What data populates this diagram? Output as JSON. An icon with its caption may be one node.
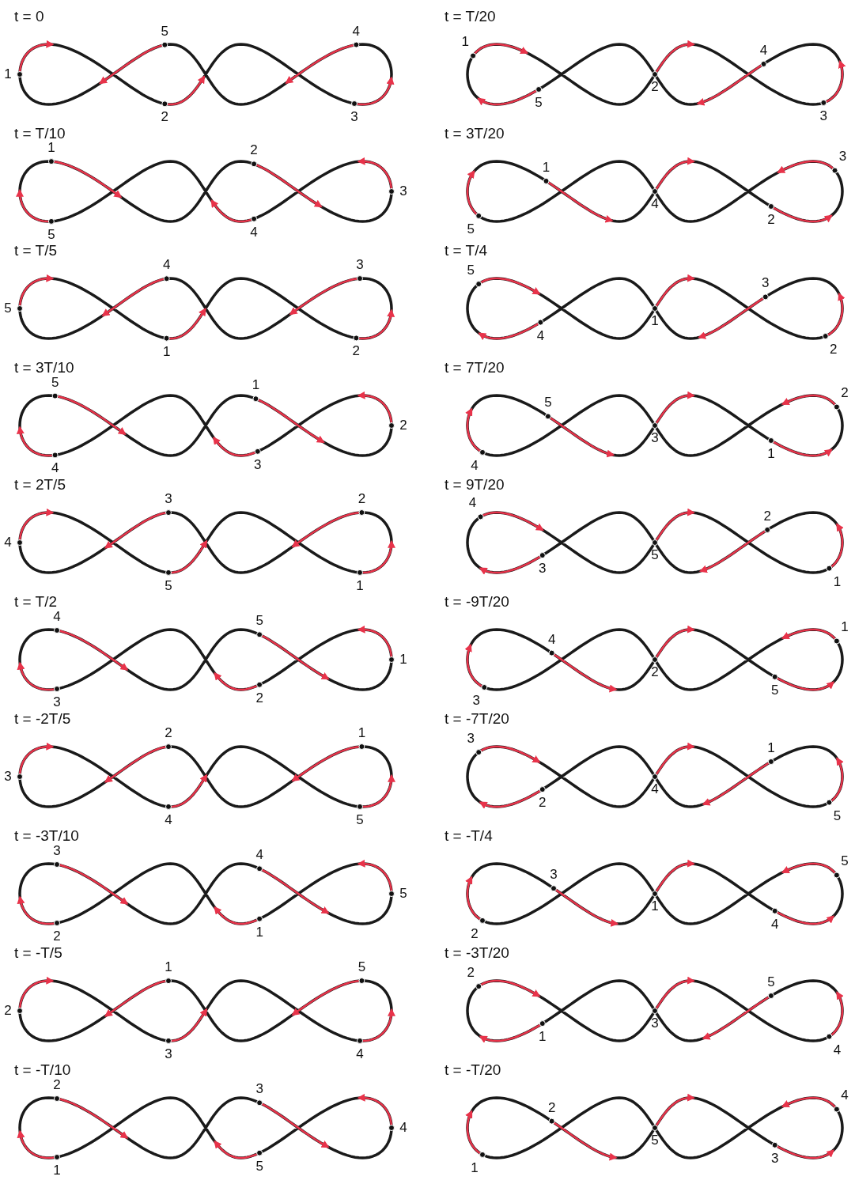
{
  "diagram": {
    "labels": [
      "t = 0",
      "1",
      "5",
      "4",
      "2",
      "3",
      "t = T/20",
      "1",
      "5",
      "2",
      "4",
      "3",
      "t = T/10",
      "1",
      "5",
      "2",
      "4",
      "3",
      "t = 3T/20",
      "1",
      "5",
      "4",
      "2",
      "3",
      "t = T/5",
      "5",
      "4",
      "3",
      "1",
      "2",
      "t = T/4",
      "5",
      "4",
      "1",
      "3",
      "2",
      "t = 3T/10",
      "5",
      "4",
      "1",
      "3",
      "2",
      "t = 7T/20",
      "5",
      "4",
      "3",
      "1",
      "2",
      "t = 2T/5",
      "4",
      "3",
      "2",
      "5",
      "1",
      "t = 9T/20",
      "4",
      "3",
      "5",
      "2",
      "1",
      "t = T/2",
      "4",
      "3",
      "5",
      "2",
      "1",
      "t = -9T/20",
      "4",
      "3",
      "2",
      "5",
      "1",
      "t = -2T/5",
      "3",
      "2",
      "1",
      "4",
      "5",
      "t = -7T/20",
      "3",
      "2",
      "4",
      "1",
      "5",
      "t = -3T/10",
      "3",
      "2",
      "4",
      "1",
      "5",
      "t = -T/4",
      "3",
      "2",
      "1",
      "4",
      "5",
      "t = -T/5",
      "2",
      "1",
      "5",
      "3",
      "4",
      "t = -3T/20",
      "2",
      "1",
      "3",
      "5",
      "4",
      "t = -T/10",
      "2",
      "1",
      "3",
      "5",
      "4",
      "t = -T/20",
      "2",
      "1",
      "5",
      "3",
      "4"
    ]
  }
}
